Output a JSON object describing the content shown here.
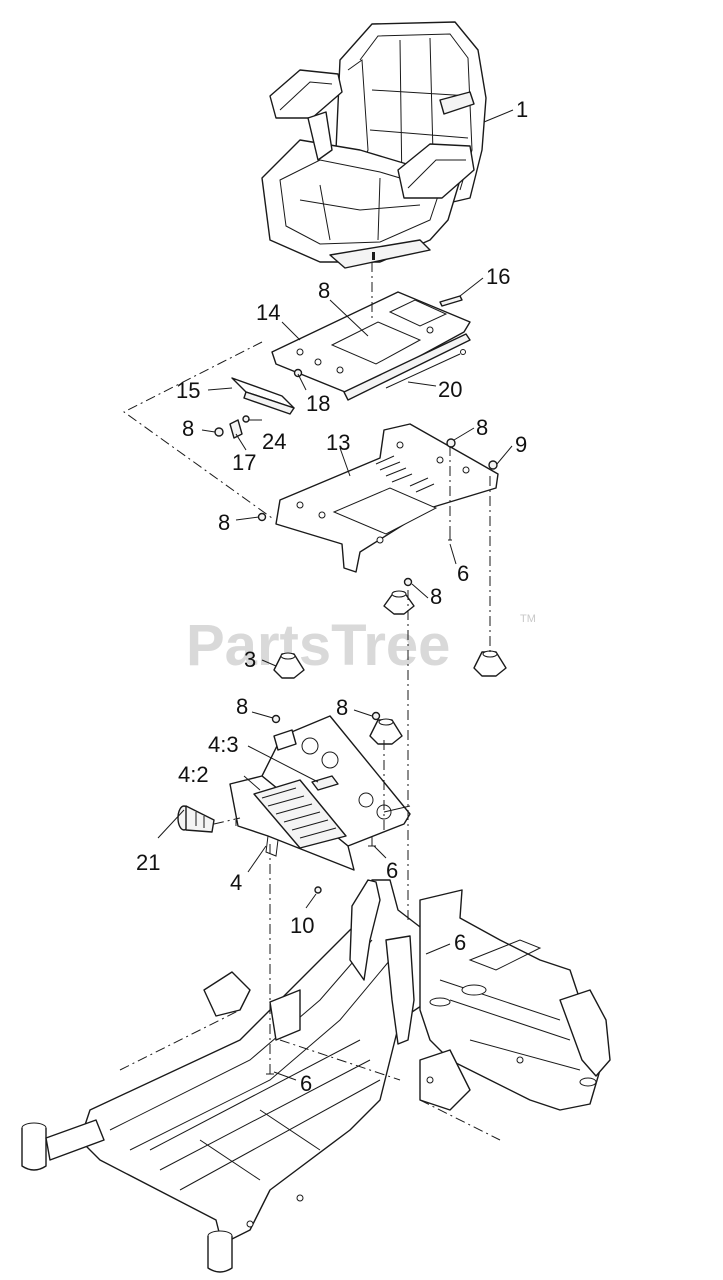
{
  "watermark": {
    "text": "PartsTree",
    "trademark": "TM"
  },
  "callouts": [
    {
      "id": "1",
      "label": "1"
    },
    {
      "id": "16",
      "label": "16"
    },
    {
      "id": "8a",
      "label": "8"
    },
    {
      "id": "14",
      "label": "14"
    },
    {
      "id": "15",
      "label": "15"
    },
    {
      "id": "18",
      "label": "18"
    },
    {
      "id": "20",
      "label": "20"
    },
    {
      "id": "8b",
      "label": "8"
    },
    {
      "id": "24",
      "label": "24"
    },
    {
      "id": "17",
      "label": "17"
    },
    {
      "id": "13",
      "label": "13"
    },
    {
      "id": "8c",
      "label": "8"
    },
    {
      "id": "9",
      "label": "9"
    },
    {
      "id": "8d",
      "label": "8"
    },
    {
      "id": "6a",
      "label": "6"
    },
    {
      "id": "8e",
      "label": "8"
    },
    {
      "id": "3",
      "label": "3"
    },
    {
      "id": "8f",
      "label": "8"
    },
    {
      "id": "8g",
      "label": "8"
    },
    {
      "id": "4_3",
      "label": "4:3"
    },
    {
      "id": "4_2",
      "label": "4:2"
    },
    {
      "id": "21",
      "label": "21"
    },
    {
      "id": "4",
      "label": "4"
    },
    {
      "id": "6b",
      "label": "6"
    },
    {
      "id": "10",
      "label": "10"
    },
    {
      "id": "6c",
      "label": "6"
    },
    {
      "id": "6d",
      "label": "6"
    }
  ]
}
